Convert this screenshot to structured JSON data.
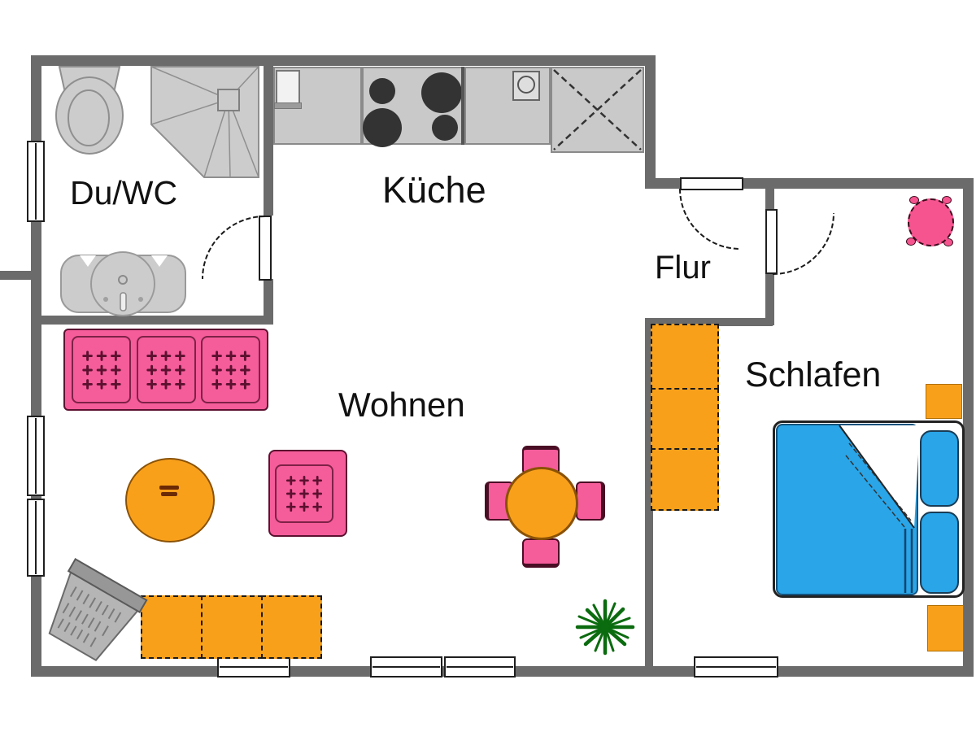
{
  "rooms": {
    "bathroom": {
      "label": "Du/WC"
    },
    "kitchen": {
      "label": "Küche"
    },
    "hallway": {
      "label": "Flur"
    },
    "living_room": {
      "label": "Wohnen"
    },
    "bedroom": {
      "label": "Schlafen"
    }
  },
  "palette": {
    "wall": "#6b6b6b",
    "fixture_gray": "#c9c9c9",
    "pink": "#f55c9a",
    "orange": "#f9a01b",
    "blue": "#29a5e8",
    "plant_green": "#0b6b0f",
    "label_text": "#111111",
    "background": "#ffffff"
  }
}
